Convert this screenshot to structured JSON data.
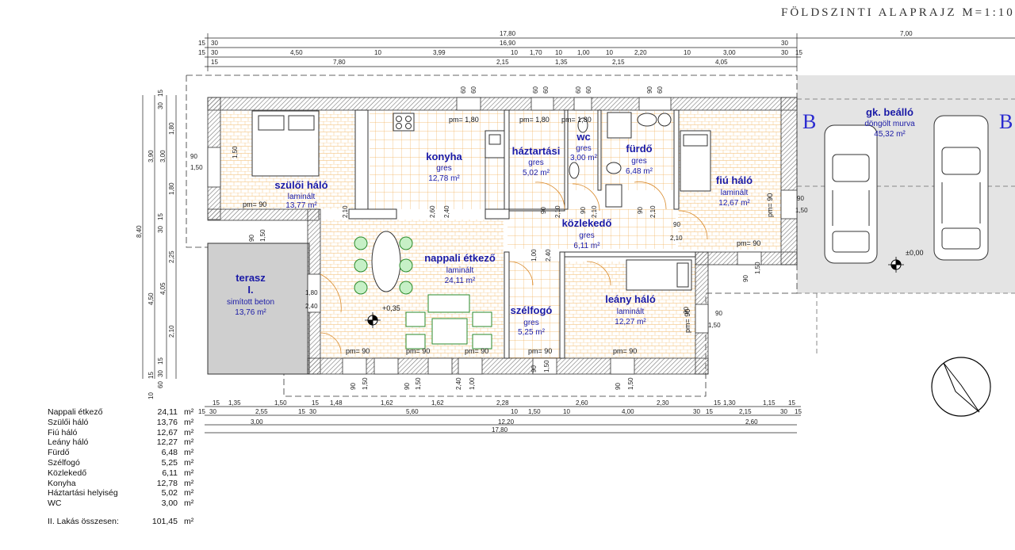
{
  "title": "FÖLDSZINTI ALAPRAJZ  M=1:10",
  "rooms": [
    {
      "name": "szülői háló",
      "floor": "laminált",
      "area": "13,77 m²"
    },
    {
      "name": "konyha",
      "floor": "gres",
      "area": "12,78 m²"
    },
    {
      "name": "háztartási",
      "floor": "gres",
      "area": "5,02 m²"
    },
    {
      "name": "wc",
      "floor": "gres",
      "area": "3,00 m²"
    },
    {
      "name": "fürdő",
      "floor": "gres",
      "area": "6,48 m²"
    },
    {
      "name": "fiú háló",
      "floor": "laminált",
      "area": "12,67 m²"
    },
    {
      "name": "közlekedő",
      "floor": "gres",
      "area": "6,11 m²"
    },
    {
      "name": "nappali étkező",
      "floor": "laminált",
      "area": "24,11 m²"
    },
    {
      "name": "szélfogó",
      "floor": "gres",
      "area": "5,25 m²"
    },
    {
      "name": "leány háló",
      "floor": "laminált",
      "area": "12,27 m²"
    },
    {
      "name": "terasz",
      "name2": "I.",
      "floor": "simított beton",
      "area": "13,76 m²"
    },
    {
      "name": "gk. beálló",
      "floor": "döngölt murva",
      "area": "45,32 m²"
    }
  ],
  "level_marks": {
    "living": "+0,35",
    "garage": "±0,00"
  },
  "parapets": [
    "pm= 1,80",
    "pm= 1,80",
    "pm= 1,80",
    "pm= 90",
    "pm= 90",
    "pm= 90",
    "pm= 90",
    "pm= 90",
    "pm= 90",
    "pm= 90",
    "pm= 90",
    "pm= 90"
  ],
  "top_dims": {
    "row1": [
      "17,80",
      "7,00"
    ],
    "row2": [
      "15",
      "30",
      "16,90",
      "30"
    ],
    "row3": [
      "15",
      "30",
      "4,50",
      "10",
      "3,99",
      "10",
      "1,70",
      "10",
      "1,00",
      "10",
      "2,20",
      "10",
      "3,00",
      "30",
      "15"
    ],
    "row4": [
      "15",
      "7,80",
      "2,15",
      "1,35",
      "2,15",
      "4,05"
    ]
  },
  "bottom_dims": {
    "row1": [
      "15",
      "1,35",
      "1,50",
      "15",
      "1,48",
      "1,62",
      "1,62",
      "2,28",
      "2,60",
      "2,30",
      "15",
      "1,30",
      "1,15",
      "15"
    ],
    "row2": [
      "15",
      "30",
      "2,55",
      "15",
      "30",
      "5,60",
      "10",
      "1,50",
      "10",
      "4,00",
      "30",
      "15",
      "2,15",
      "30",
      "15"
    ],
    "row3": [
      "3,00",
      "12,20",
      "2,60"
    ],
    "row4": [
      "17,80"
    ]
  },
  "left_dims": {
    "outer": [
      "8,40"
    ],
    "mid": [
      "3,90",
      "4,50"
    ],
    "inner": [
      "3,00",
      "4,05"
    ],
    "fine": [
      "15",
      "30",
      "1,80",
      "1,80",
      "15",
      "30",
      "2,25",
      "2,10",
      "15",
      "30",
      "15",
      "60",
      "10"
    ]
  },
  "opening_dims": [
    "60",
    "60",
    "60",
    "60",
    "60",
    "60",
    "90",
    "60",
    "90",
    "1,50",
    "90",
    "2,10",
    "2,60",
    "2,40",
    "90",
    "2,10",
    "90",
    "2,10",
    "90",
    "2,10",
    "90",
    "1,50",
    "1,00",
    "2,40",
    "2,10",
    "90",
    "1,50",
    "1,80",
    "2,40",
    "90",
    "1,50",
    "90",
    "1,50",
    "90",
    "1,50",
    "90",
    "1,50",
    "2,40",
    "1,00",
    "90",
    "1,50",
    "90",
    "1,50",
    "90",
    "1,50"
  ],
  "areas_table": {
    "unit": "m²",
    "rows": [
      {
        "name": "Nappali étkező",
        "value": "24,11"
      },
      {
        "name": "Szülői háló",
        "value": "13,76"
      },
      {
        "name": "Fiú háló",
        "value": "12,67"
      },
      {
        "name": "Leány háló",
        "value": "12,27"
      },
      {
        "name": "Fürdő",
        "value": "6,48"
      },
      {
        "name": "Szélfogó",
        "value": "5,25"
      },
      {
        "name": "Közlekedő",
        "value": "6,11"
      },
      {
        "name": "Konyha",
        "value": "12,78"
      },
      {
        "name": "Háztartási helyiség",
        "value": "5,02"
      },
      {
        "name": "WC",
        "value": "3,00"
      }
    ],
    "total": {
      "name": "II. Lakás összesen:",
      "value": "101,45"
    }
  },
  "section_marks": [
    "B",
    "B"
  ],
  "colors": {
    "wall": "#555555",
    "hatch": "#bbbbbb",
    "floor_grid": "#f2b15c",
    "room_text": "#1a1aa6",
    "terrace": "#cfcfcf",
    "garage": "#e3e3e3"
  }
}
